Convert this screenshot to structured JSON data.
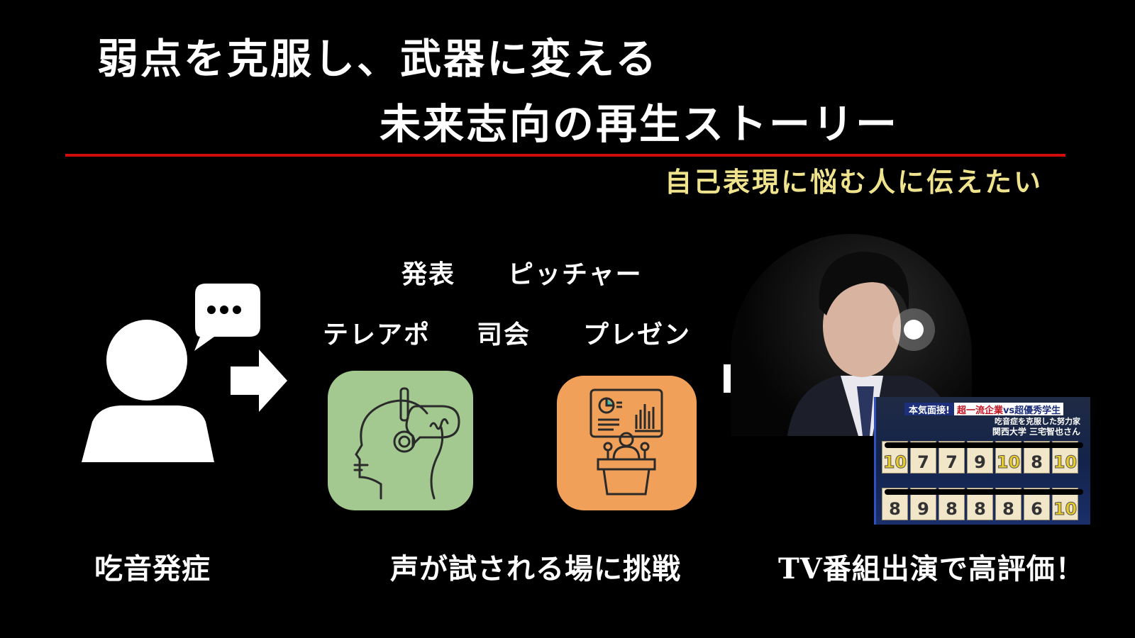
{
  "title": {
    "line1": "弱点を克服し、武器に変える",
    "line2": "未来志向の再生ストーリー"
  },
  "subtitle": "自己表現に悩む人に伝えたい",
  "challenges": {
    "row1": [
      "発表",
      "ピッチャー"
    ],
    "row2": [
      "テレアポ",
      "司会",
      "プレゼン"
    ]
  },
  "captions": {
    "start": "吃音発症",
    "middle": "声が試される場に挑戦",
    "end": "TV番組出演で高評価！"
  },
  "colors": {
    "accent_red": "#d00c0c",
    "subtitle_yellow": "#efe38e",
    "green_tile": "#a3c990",
    "orange_tile": "#f0a058"
  },
  "tv": {
    "tag": "本気面接!",
    "headline_a": "超一流企業",
    "vs": "vs",
    "headline_b": "超優秀学生",
    "caption1": "吃音症を克服した努力家",
    "caption2": "関西大学 三宅智也さん",
    "scores_row1": [
      "10",
      "7",
      "7",
      "9",
      "10",
      "8",
      "10"
    ],
    "scores_row2": [
      "8",
      "9",
      "8",
      "8",
      "8",
      "6",
      "10"
    ]
  }
}
